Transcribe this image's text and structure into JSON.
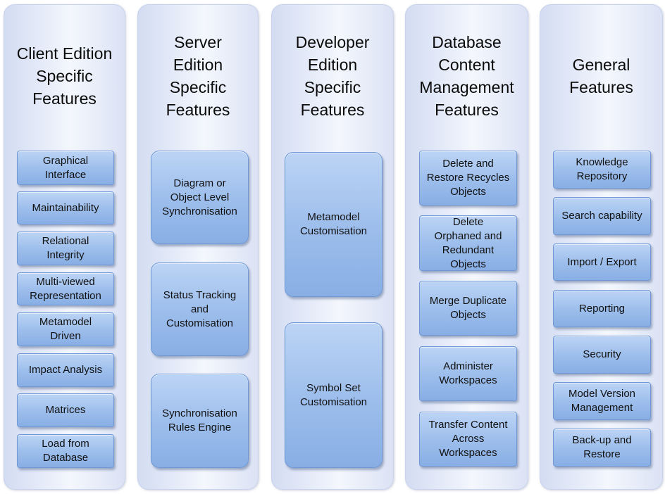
{
  "columns": [
    {
      "title": "Client Edition\nSpecific\nFeatures",
      "items": [
        "Graphical\nInterface",
        "Maintainability",
        "Relational\nIntegrity",
        "Multi-viewed\nRepresentation",
        "Metamodel\nDriven",
        "Impact Analysis",
        "Matrices",
        "Load from\nDatabase"
      ]
    },
    {
      "title": "Server\nEdition\nSpecific\nFeatures",
      "items": [
        "Diagram or\nObject Level\nSynchronisation",
        "Status Tracking\nand\nCustomisation",
        "Synchronisation\nRules Engine"
      ]
    },
    {
      "title": "Developer\nEdition\nSpecific\nFeatures",
      "items": [
        "Metamodel\nCustomisation",
        "Symbol Set\nCustomisation"
      ]
    },
    {
      "title": "Database\nContent\nManagement\nFeatures",
      "items": [
        "Delete and\nRestore Recycles\nObjects",
        "Delete\nOrphaned and\nRedundant\nObjects",
        "Merge Duplicate\nObjects",
        "Administer\nWorkspaces",
        "Transfer Content\nAcross\nWorkspaces"
      ]
    },
    {
      "title": "General\nFeatures",
      "items": [
        "Knowledge\nRepository",
        "Search capability",
        "Import / Export",
        "Reporting",
        "Security",
        "Model Version\nManagement",
        "Back-up and\nRestore"
      ]
    }
  ]
}
